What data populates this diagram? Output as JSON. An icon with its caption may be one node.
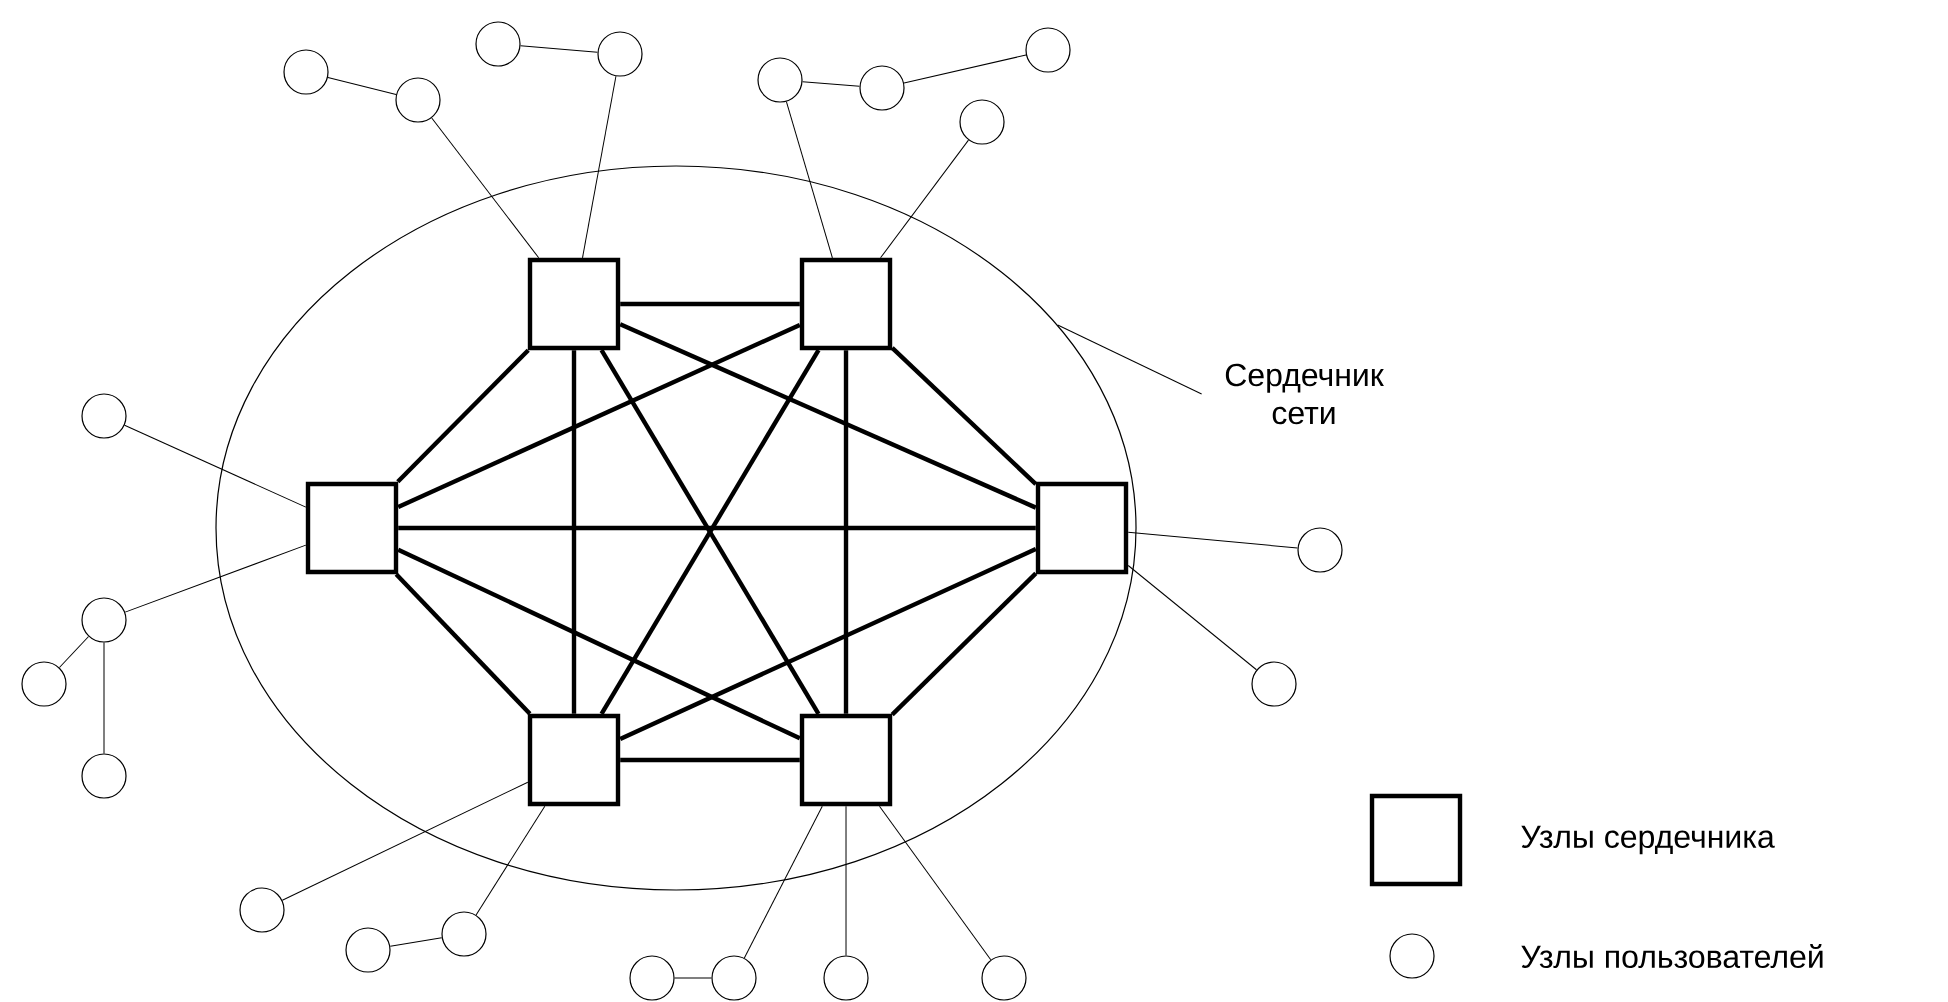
{
  "diagram": {
    "nodes": [
      {
        "text": [],
        "shape": "ellipse"
      },
      {
        "text": [
          "Сердечник сети"
        ]
      },
      {
        "text": [],
        "shape": "box",
        "in": 0
      },
      {
        "text": [],
        "shape": "box",
        "in": 0
      },
      {
        "text": [],
        "shape": "box",
        "in": 0
      },
      {
        "text": [],
        "shape": "box",
        "in": 0
      },
      {
        "text": [],
        "shape": "box",
        "in": 0
      },
      {
        "text": [],
        "shape": "box",
        "in": 0
      },
      {
        "text": [],
        "shape": "circle"
      },
      {
        "text": [],
        "shape": "circle"
      },
      {
        "text": [],
        "shape": "circle"
      },
      {
        "text": [],
        "shape": "circle"
      },
      {
        "text": [],
        "shape": "circle"
      },
      {
        "text": [],
        "shape": "circle"
      },
      {
        "text": [],
        "shape": "circle"
      },
      {
        "text": [],
        "shape": "circle"
      },
      {
        "text": [],
        "shape": "circle"
      },
      {
        "text": [],
        "shape": "circle"
      },
      {
        "text": [],
        "shape": "circle"
      },
      {
        "text": [],
        "shape": "circle"
      },
      {
        "text": [],
        "shape": "circle"
      },
      {
        "text": [],
        "shape": "circle"
      },
      {
        "text": [],
        "shape": "circle"
      },
      {
        "text": [],
        "shape": "circle"
      },
      {
        "text": [],
        "shape": "circle"
      },
      {
        "text": [],
        "shape": "circle"
      },
      {
        "text": [],
        "shape": "circle"
      },
      {
        "text": [],
        "shape": "circle"
      },
      {
        "text": [],
        "shape": "circle"
      }
    ],
    "edges": [
      {
        "from": 1,
        "to": 0,
        "arrow": "none"
      },
      {
        "from": 2,
        "to": 3,
        "arrow": "none",
        "style": "thick"
      },
      {
        "from": 2,
        "to": 4,
        "arrow": "none",
        "style": "thick"
      },
      {
        "from": 2,
        "to": 5,
        "arrow": "none",
        "style": "thick"
      },
      {
        "from": 2,
        "to": 6,
        "arrow": "none",
        "style": "thick"
      },
      {
        "from": 2,
        "to": 7,
        "arrow": "none",
        "style": "thick"
      },
      {
        "from": 3,
        "to": 4,
        "arrow": "none",
        "style": "thick"
      },
      {
        "from": 3,
        "to": 5,
        "arrow": "none",
        "style": "thick"
      },
      {
        "from": 3,
        "to": 6,
        "arrow": "none",
        "style": "thick"
      },
      {
        "from": 3,
        "to": 7,
        "arrow": "none",
        "style": "thick"
      },
      {
        "from": 4,
        "to": 5,
        "arrow": "none",
        "style": "thick"
      },
      {
        "from": 4,
        "to": 6,
        "arrow": "none",
        "style": "thick"
      },
      {
        "from": 4,
        "to": 7,
        "arrow": "none",
        "style": "thick"
      },
      {
        "from": 5,
        "to": 6,
        "arrow": "none",
        "style": "thick"
      },
      {
        "from": 5,
        "to": 7,
        "arrow": "none",
        "style": "thick"
      },
      {
        "from": 6,
        "to": 7,
        "arrow": "none",
        "style": "thick"
      },
      {
        "from": 8,
        "to": 9,
        "arrow": "none"
      },
      {
        "from": 9,
        "to": 2,
        "arrow": "none"
      },
      {
        "from": 10,
        "to": 11,
        "arrow": "none"
      },
      {
        "from": 11,
        "to": 2,
        "arrow": "none"
      },
      {
        "from": 12,
        "to": 13,
        "arrow": "none"
      },
      {
        "from": 13,
        "to": 14,
        "arrow": "none"
      },
      {
        "from": 12,
        "to": 3,
        "arrow": "none"
      },
      {
        "from": 15,
        "to": 3,
        "arrow": "none"
      },
      {
        "from": 16,
        "to": 4,
        "arrow": "none"
      },
      {
        "from": 17,
        "to": 4,
        "arrow": "none"
      },
      {
        "from": 17,
        "to": 18,
        "arrow": "none"
      },
      {
        "from": 17,
        "to": 19,
        "arrow": "none"
      },
      {
        "from": 20,
        "to": 6,
        "arrow": "none"
      },
      {
        "from": 21,
        "to": 22,
        "arrow": "none"
      },
      {
        "from": 22,
        "to": 6,
        "arrow": "none"
      },
      {
        "from": 23,
        "to": 24,
        "arrow": "none"
      },
      {
        "from": 24,
        "to": 7,
        "arrow": "none"
      },
      {
        "from": 25,
        "to": 7,
        "arrow": "none"
      },
      {
        "from": 26,
        "to": 7,
        "arrow": "none"
      },
      {
        "from": 27,
        "to": 5,
        "arrow": "none"
      },
      {
        "from": 28,
        "to": 5,
        "arrow": "none"
      }
    ],
    "legend": [
      {
        "text": "Узлы сердечника"
      },
      {
        "text": "Узлы пользователей"
      }
    ]
  }
}
